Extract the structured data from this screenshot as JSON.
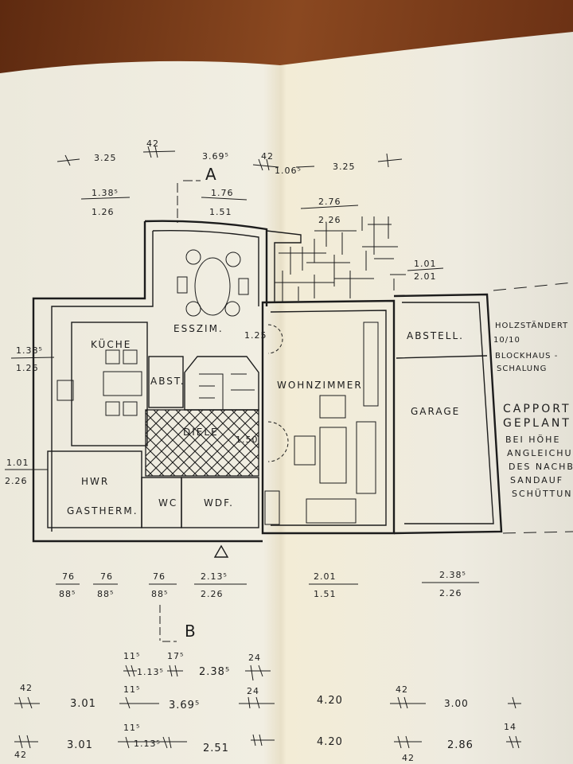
{
  "section_markers": {
    "a": "A",
    "b": "B"
  },
  "rooms": {
    "esszimmer": "ESSZIM.",
    "kueche": "KÜCHE",
    "abstellraum_small": "ABST.",
    "diele": "DIELE",
    "wohnzimmer": "WOHNZIMMER",
    "abstell": "ABSTELL.",
    "garage": "GARAGE",
    "hwr": "HWR",
    "gastherme": "GASTHERM.",
    "wc": "WC",
    "wdf": "WDF."
  },
  "door_labels": {
    "esszim_door": "1.25",
    "diele_door": "1.50"
  },
  "notes": {
    "holz1": "HOLZSTÄNDERT",
    "holz2": "10/10",
    "block1": "BLOCKHAUS -",
    "block2": "SCHALUNG",
    "carport1": "CAPPORT",
    "carport2": "GEPLANT",
    "c3": "BEI HÖHE",
    "c4": "ANGLEICHU",
    "c5": "DES NACHB",
    "c6": "SANDAUF",
    "c7": "SCHÜTTUN"
  },
  "top_dims": {
    "d1": "3.25",
    "d2": "42",
    "d3": "3.69⁵",
    "d4": "42",
    "d5": "1.06⁵",
    "d6": "3.25"
  },
  "window_dims": {
    "w1_top": "1.38⁵",
    "w1_bot": "1.26",
    "w2_top": "1.76",
    "w2_bot": "1.51",
    "w3_top": "2.76",
    "w3_bot": "2.26",
    "w4_top": "1.01",
    "w4_bot": "2.01",
    "left1_top": "1.38⁵",
    "left1_bot": "1.26",
    "left2_top": "1.01",
    "left2_bot": "2.26",
    "b1_top": "76",
    "b1_bot": "88⁵",
    "b2_top": "76",
    "b2_bot": "88⁵",
    "b3_top": "76",
    "b3_bot": "88⁵",
    "b4_top": "2.13⁵",
    "b4_bot": "2.26",
    "b5_top": "2.01",
    "b5_bot": "1.51",
    "b6_top": "2.38⁵",
    "b6_bot": "2.26"
  },
  "bottom_dims": {
    "row1": [
      "11⁵",
      "17⁵",
      "1.13⁵",
      "2.38⁵",
      "24"
    ],
    "row2": [
      "42",
      "3.01",
      "11⁵",
      "3.69⁵",
      "24",
      "4.20",
      "42",
      "3.00"
    ],
    "row3": [
      "42",
      "3.01",
      "11⁵",
      "1.13⁵",
      "2.51",
      "4.20",
      "42",
      "2.86",
      "14"
    ]
  },
  "colors": {
    "paper": "#efece0",
    "ink": "#1c1c1c",
    "wood": "#7a3a16"
  }
}
